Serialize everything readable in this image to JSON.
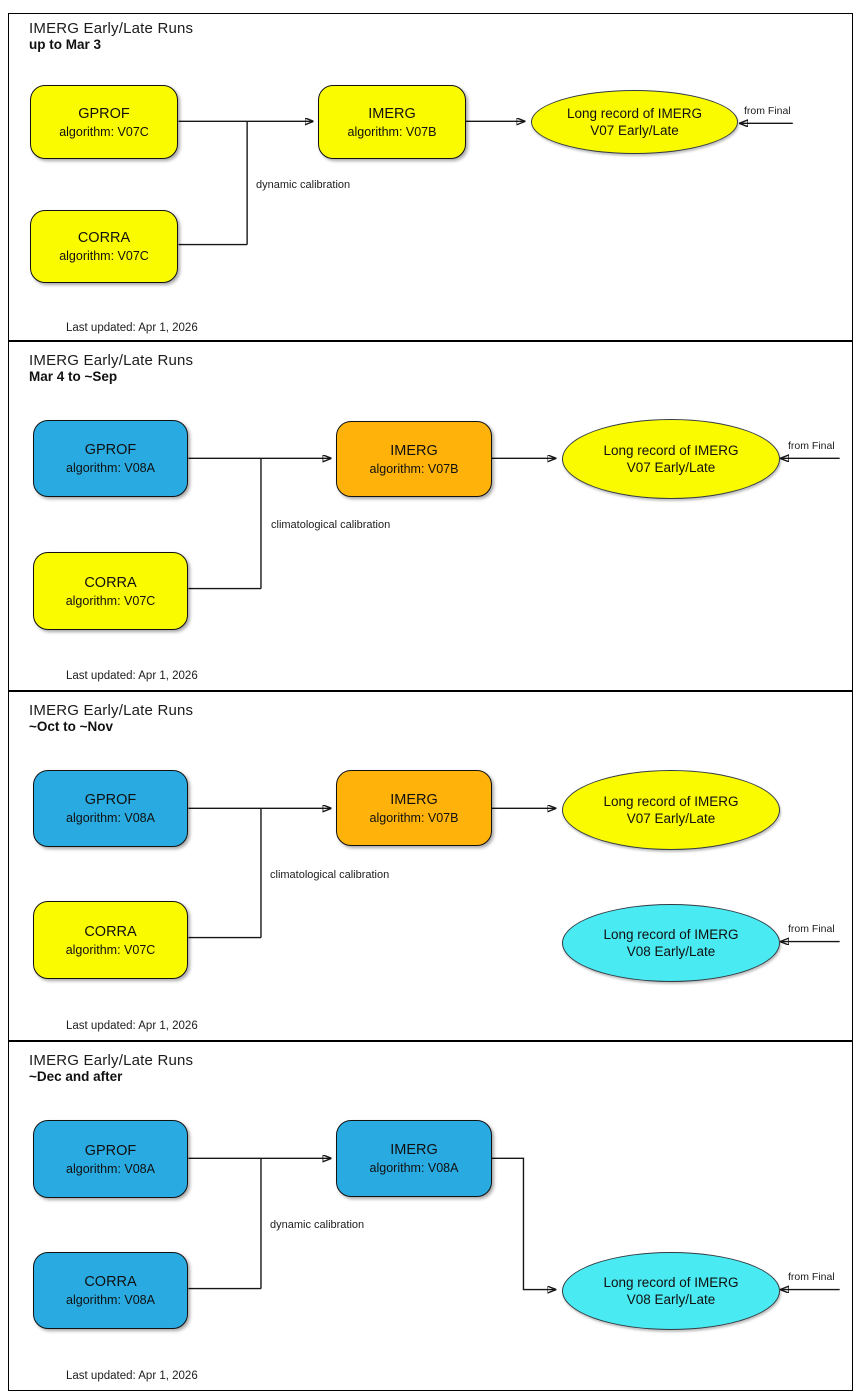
{
  "colors": {
    "yellow": "#FBFB00",
    "blue": "#29ABE2",
    "orange": "#FFB30A",
    "cyan": "#49EAF2"
  },
  "panels": [
    {
      "title": "IMERG Early/Late Runs",
      "subtitle": "up to Mar 3",
      "gprof": {
        "label": "GPROF",
        "algo": "algorithm: V07C",
        "fill": "#FBFB00"
      },
      "corra": {
        "label": "CORRA",
        "algo": "algorithm: V07C",
        "fill": "#FBFB00"
      },
      "imerg": {
        "label": "IMERG",
        "algo": "algorithm: V07B",
        "fill": "#FBFB00"
      },
      "record_v07": {
        "line1": "Long record of IMERG",
        "line2": "V07 Early/Late",
        "fill": "#FBFB00"
      },
      "calibration": "dynamic calibration",
      "from_final": "from Final",
      "last_updated": "Last updated: Apr 1, 2026"
    },
    {
      "title": "IMERG Early/Late Runs",
      "subtitle": "Mar 4 to ~Sep",
      "gprof": {
        "label": "GPROF",
        "algo": "algorithm: V08A",
        "fill": "#29ABE2"
      },
      "corra": {
        "label": "CORRA",
        "algo": "algorithm: V07C",
        "fill": "#FBFB00"
      },
      "imerg": {
        "label": "IMERG",
        "algo": "algorithm: V07B",
        "fill": "#FFB30A"
      },
      "record_v07": {
        "line1": "Long record of IMERG",
        "line2": "V07 Early/Late",
        "fill": "#FBFB00"
      },
      "calibration": "climatological calibration",
      "from_final": "from Final",
      "last_updated": "Last updated: Apr 1, 2026"
    },
    {
      "title": "IMERG Early/Late Runs",
      "subtitle": "~Oct to ~Nov",
      "gprof": {
        "label": "GPROF",
        "algo": "algorithm: V08A",
        "fill": "#29ABE2"
      },
      "corra": {
        "label": "CORRA",
        "algo": "algorithm: V07C",
        "fill": "#FBFB00"
      },
      "imerg": {
        "label": "IMERG",
        "algo": "algorithm: V07B",
        "fill": "#FFB30A"
      },
      "record_v07": {
        "line1": "Long record of IMERG",
        "line2": "V07 Early/Late",
        "fill": "#FBFB00"
      },
      "record_v08": {
        "line1": "Long record of IMERG",
        "line2": "V08 Early/Late",
        "fill": "#49EAF2"
      },
      "calibration": "climatological calibration",
      "from_final": "from Final",
      "last_updated": "Last updated: Apr 1, 2026"
    },
    {
      "title": "IMERG Early/Late Runs",
      "subtitle": "~Dec and after",
      "gprof": {
        "label": "GPROF",
        "algo": "algorithm: V08A",
        "fill": "#29ABE2"
      },
      "corra": {
        "label": "CORRA",
        "algo": "algorithm: V08A",
        "fill": "#29ABE2"
      },
      "imerg": {
        "label": "IMERG",
        "algo": "algorithm: V08A",
        "fill": "#29ABE2"
      },
      "record_v08": {
        "line1": "Long record of IMERG",
        "line2": "V08 Early/Late",
        "fill": "#49EAF2"
      },
      "calibration": "dynamic calibration",
      "from_final": "from Final",
      "last_updated": "Last updated: Apr 1, 2026"
    }
  ]
}
